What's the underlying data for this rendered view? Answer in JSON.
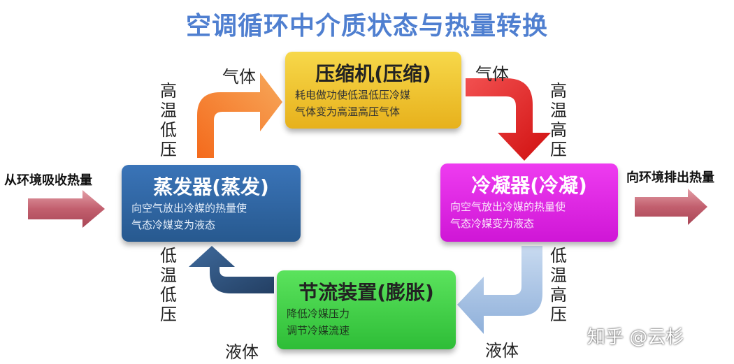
{
  "title": "空调循环中介质状态与热量转换",
  "boxes": {
    "compressor": {
      "title": "压缩机(压缩)",
      "line1": "耗电做功使低温低压冷媒",
      "line2": "气体变为高温高压气体",
      "color": "#f2c631"
    },
    "condenser": {
      "title": "冷凝器(冷凝)",
      "line1": "向空气放出冷媒的热量使",
      "line2": "气态冷媒变为液态",
      "color": "#e028e6"
    },
    "evaporator": {
      "title": "蒸发器(蒸发)",
      "line1": "向空气放出冷媒的热量使",
      "line2": "气态冷媒变为液态",
      "color": "#3167a6"
    },
    "throttle": {
      "title": "节流装置(膨胀)",
      "line1": "降低冷媒压力",
      "line2": "调节冷媒流速",
      "color": "#43d04a"
    }
  },
  "labels": {
    "gas_left": "气体",
    "gas_right": "气体",
    "liquid_left": "液体",
    "liquid_right": "液体",
    "hot_low_left": [
      "高",
      "温",
      "低",
      "压"
    ],
    "hot_high_right": [
      "高",
      "温",
      "高",
      "压"
    ],
    "cold_low_left": [
      "低",
      "温",
      "低",
      "压"
    ],
    "cold_high_right": [
      "低",
      "温",
      "高",
      "压"
    ]
  },
  "sides": {
    "absorb": "从环境吸收热量",
    "release": "向环境排出热量"
  },
  "watermark": "知乎 @云杉",
  "arrow_colors": {
    "orange": "#f07a2a",
    "red": "#e51e1e",
    "lightblue": "#a9c3e6",
    "darkblue": "#2f527e",
    "side": "#c25f6e"
  }
}
